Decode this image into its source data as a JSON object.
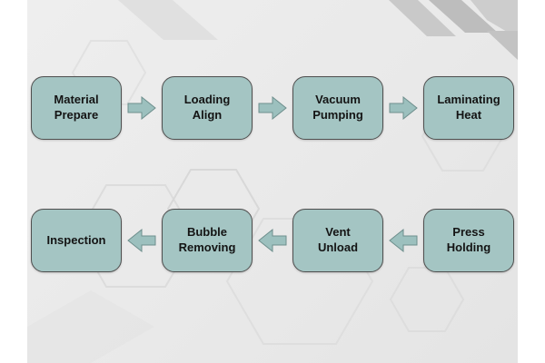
{
  "diagram": {
    "type": "flowchart",
    "background": "#ebebeb",
    "colors": {
      "node_fill": "#a4c5c3",
      "node_border": "#4f4f4f",
      "arrow_fill": "#9cc0be",
      "arrow_stroke": "#6e8f8d",
      "text": "#141414"
    },
    "rows": [
      {
        "direction": "right",
        "nodes": [
          {
            "label": "Material\nPrepare"
          },
          {
            "label": "Loading\nAlign"
          },
          {
            "label": "Vacuum\nPumping"
          },
          {
            "label": "Laminating\nHeat"
          }
        ]
      },
      {
        "direction": "left",
        "nodes": [
          {
            "label": "Inspection"
          },
          {
            "label": "Bubble\nRemoving"
          },
          {
            "label": "Vent\nUnload"
          },
          {
            "label": "Press\nHolding"
          }
        ]
      }
    ],
    "flow_sequence": [
      "Material Prepare",
      "Loading Align",
      "Vacuum Pumping",
      "Laminating Heat",
      "Press Holding",
      "Vent Unload",
      "Bubble Removing",
      "Inspection"
    ]
  }
}
